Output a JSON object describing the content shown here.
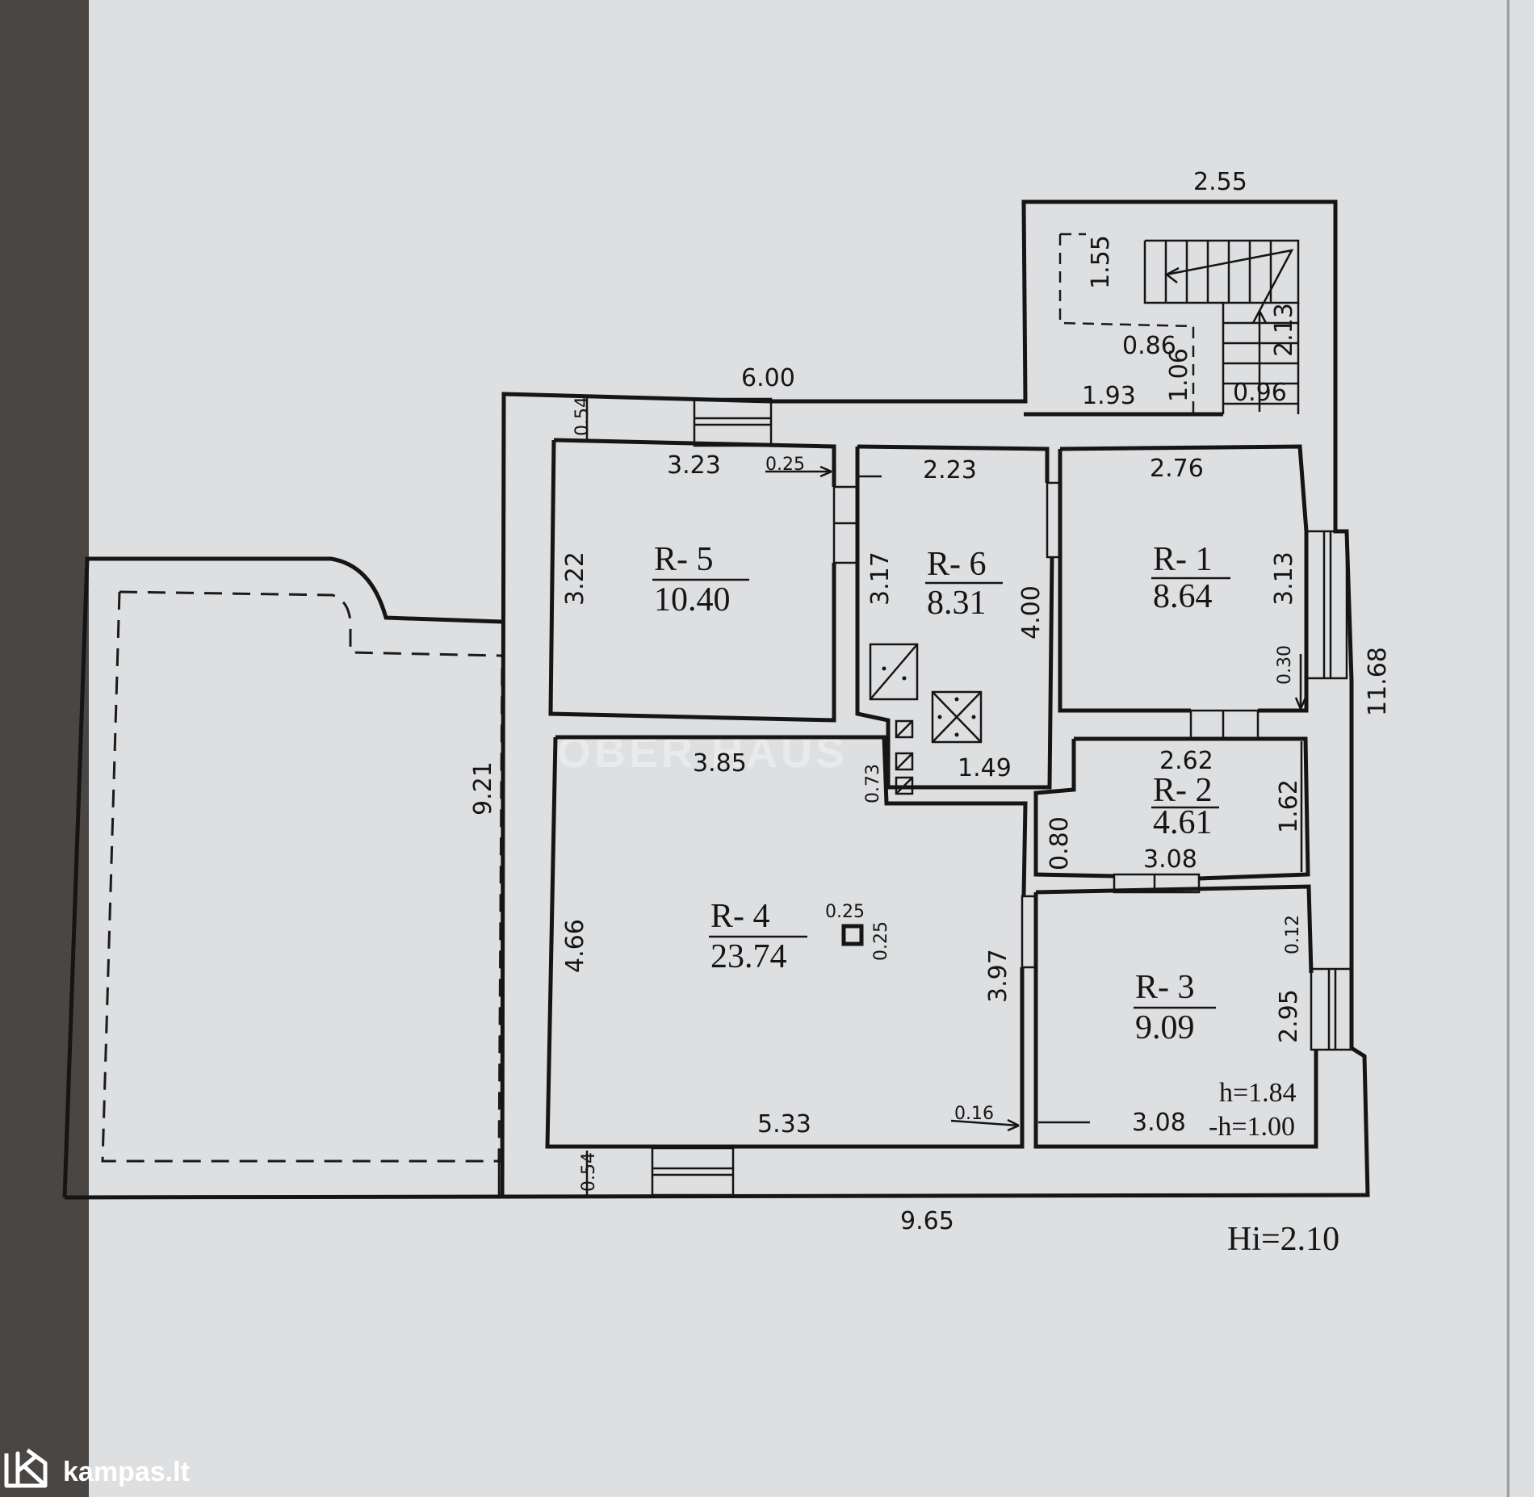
{
  "watermark": "OBER HAUS",
  "logo": {
    "text": "kampas.lt",
    "icon": "house-k-icon"
  },
  "height_note": "Hi=2.10",
  "outer_dimensions": {
    "stair_top_width": "2.55",
    "top_width": "6.00",
    "bottom_width": "9.65",
    "right_height": "11.68",
    "terrace_height": "9.21",
    "top_wall_thickness": "0.54",
    "bottom_wall_thickness": "0.54"
  },
  "staircase": {
    "dims": [
      "1.55",
      "0.86",
      "1.06",
      "1.93",
      "2.13",
      "0.96"
    ]
  },
  "rooms": [
    {
      "id": "R- 5",
      "area": "10.40",
      "dims": [
        "3.23",
        "0.25",
        "3.22"
      ]
    },
    {
      "id": "R- 6",
      "area": "8.31",
      "dims": [
        "2.23",
        "3.17",
        "4.00",
        "1.49",
        "0.73"
      ]
    },
    {
      "id": "R- 1",
      "area": "8.64",
      "dims": [
        "2.76",
        "3.13",
        "0.30"
      ]
    },
    {
      "id": "R- 2",
      "area": "4.61",
      "dims": [
        "2.62",
        "1.62",
        "0.80",
        "3.08"
      ]
    },
    {
      "id": "R- 4",
      "area": "23.74",
      "dims": [
        "3.85",
        "4.66",
        "3.97",
        "5.33",
        "0.16",
        "0.25",
        "0.25"
      ]
    },
    {
      "id": "R- 3",
      "area": "9.09",
      "dims": [
        "0.12",
        "2.95",
        "3.08"
      ],
      "notes": [
        "h=1.84",
        "-h=1.00"
      ]
    }
  ]
}
